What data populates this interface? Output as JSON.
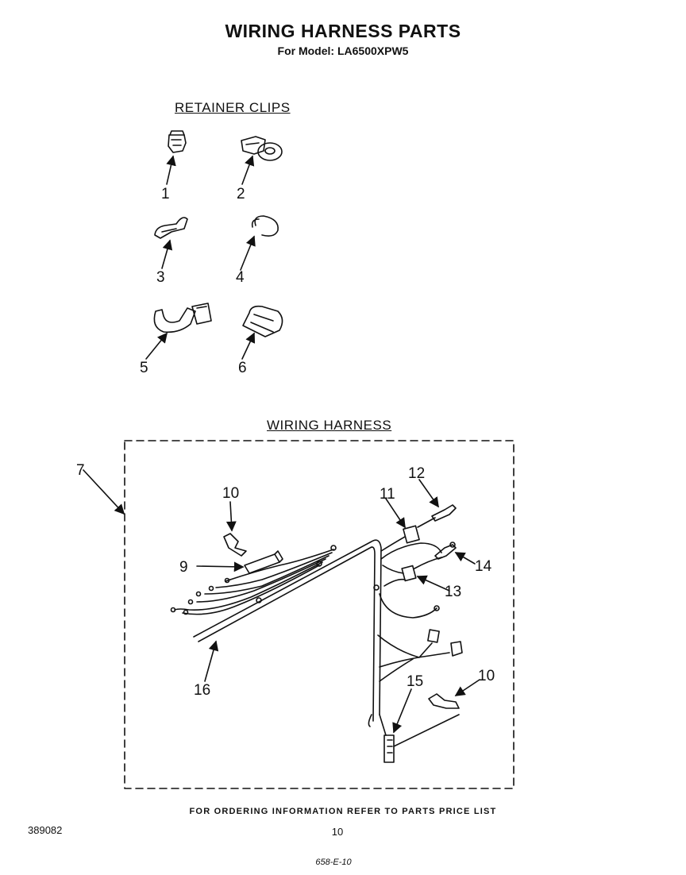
{
  "title": "WIRING HARNESS PARTS",
  "subtitle": "For Model: LA6500XPW5",
  "sections": {
    "retainer_clips": "RETAINER CLIPS",
    "wiring_harness": "WIRING HARNESS"
  },
  "callouts": {
    "c1": "1",
    "c2": "2",
    "c3": "3",
    "c4": "4",
    "c5": "5",
    "c6": "6",
    "c7": "7",
    "c9": "9",
    "c10a": "10",
    "c10b": "10",
    "c11": "11",
    "c12": "12",
    "c13": "13",
    "c14": "14",
    "c15": "15",
    "c16": "16"
  },
  "footer": "FOR ORDERING INFORMATION REFER TO PARTS PRICE LIST",
  "doc_number": "389082",
  "page_number": "10",
  "hand_code": "658-E-10"
}
